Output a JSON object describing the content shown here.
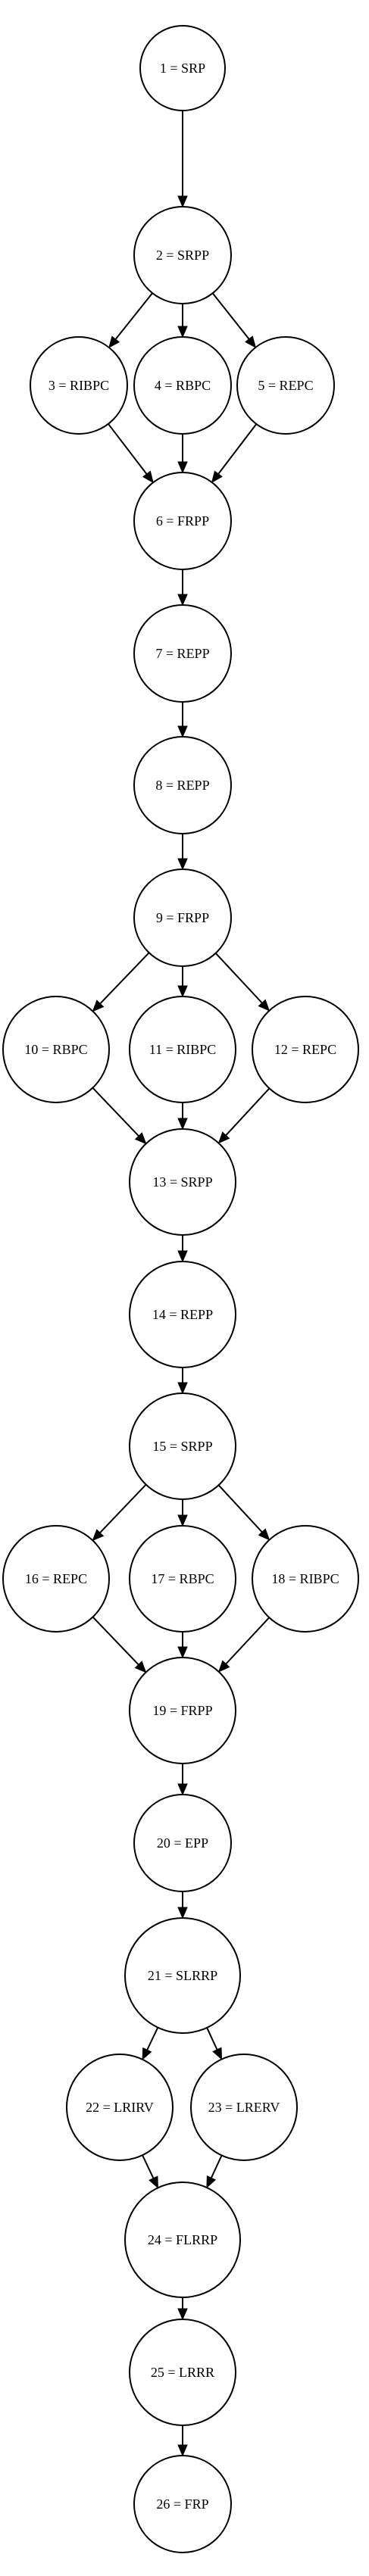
{
  "diagram": {
    "type": "flow-graph",
    "nodes": [
      {
        "id": "1",
        "label": "1 = SRP"
      },
      {
        "id": "2",
        "label": "2 = SRPP"
      },
      {
        "id": "3",
        "label": "3 = RIBPC"
      },
      {
        "id": "4",
        "label": "4 = RBPC"
      },
      {
        "id": "5",
        "label": "5 = REPC"
      },
      {
        "id": "6",
        "label": "6 = FRPP"
      },
      {
        "id": "7",
        "label": "7 = REPP"
      },
      {
        "id": "8",
        "label": "8 = REPP"
      },
      {
        "id": "9",
        "label": "9 = FRPP"
      },
      {
        "id": "10",
        "label": "10 = RBPC"
      },
      {
        "id": "11",
        "label": "11 = RIBPC"
      },
      {
        "id": "12",
        "label": "12 = REPC"
      },
      {
        "id": "13",
        "label": "13 = SRPP"
      },
      {
        "id": "14",
        "label": "14 = REPP"
      },
      {
        "id": "15",
        "label": "15 = SRPP"
      },
      {
        "id": "16",
        "label": "16 = REPC"
      },
      {
        "id": "17",
        "label": "17 = RBPC"
      },
      {
        "id": "18",
        "label": "18 = RIBPC"
      },
      {
        "id": "19",
        "label": "19 = FRPP"
      },
      {
        "id": "20",
        "label": "20 = EPP"
      },
      {
        "id": "21",
        "label": "21 = SLRRP"
      },
      {
        "id": "22",
        "label": "22 = LRIRV"
      },
      {
        "id": "23",
        "label": "23 = LRERV"
      },
      {
        "id": "24",
        "label": "24 = FLRRP"
      },
      {
        "id": "25",
        "label": "25 = LRRR"
      },
      {
        "id": "26",
        "label": "26 = FRP"
      }
    ],
    "edges": [
      {
        "from": "1",
        "to": "2"
      },
      {
        "from": "2",
        "to": "3"
      },
      {
        "from": "2",
        "to": "4"
      },
      {
        "from": "2",
        "to": "5"
      },
      {
        "from": "3",
        "to": "6"
      },
      {
        "from": "4",
        "to": "6"
      },
      {
        "from": "5",
        "to": "6"
      },
      {
        "from": "6",
        "to": "7"
      },
      {
        "from": "7",
        "to": "8"
      },
      {
        "from": "8",
        "to": "9"
      },
      {
        "from": "9",
        "to": "10"
      },
      {
        "from": "9",
        "to": "11"
      },
      {
        "from": "9",
        "to": "12"
      },
      {
        "from": "10",
        "to": "13"
      },
      {
        "from": "11",
        "to": "13"
      },
      {
        "from": "12",
        "to": "13"
      },
      {
        "from": "13",
        "to": "14"
      },
      {
        "from": "14",
        "to": "15"
      },
      {
        "from": "15",
        "to": "16"
      },
      {
        "from": "15",
        "to": "17"
      },
      {
        "from": "15",
        "to": "18"
      },
      {
        "from": "16",
        "to": "19"
      },
      {
        "from": "17",
        "to": "19"
      },
      {
        "from": "18",
        "to": "19"
      },
      {
        "from": "19",
        "to": "20"
      },
      {
        "from": "20",
        "to": "21"
      },
      {
        "from": "21",
        "to": "22"
      },
      {
        "from": "21",
        "to": "23"
      },
      {
        "from": "22",
        "to": "24"
      },
      {
        "from": "23",
        "to": "24"
      },
      {
        "from": "24",
        "to": "25"
      },
      {
        "from": "25",
        "to": "26"
      }
    ]
  }
}
